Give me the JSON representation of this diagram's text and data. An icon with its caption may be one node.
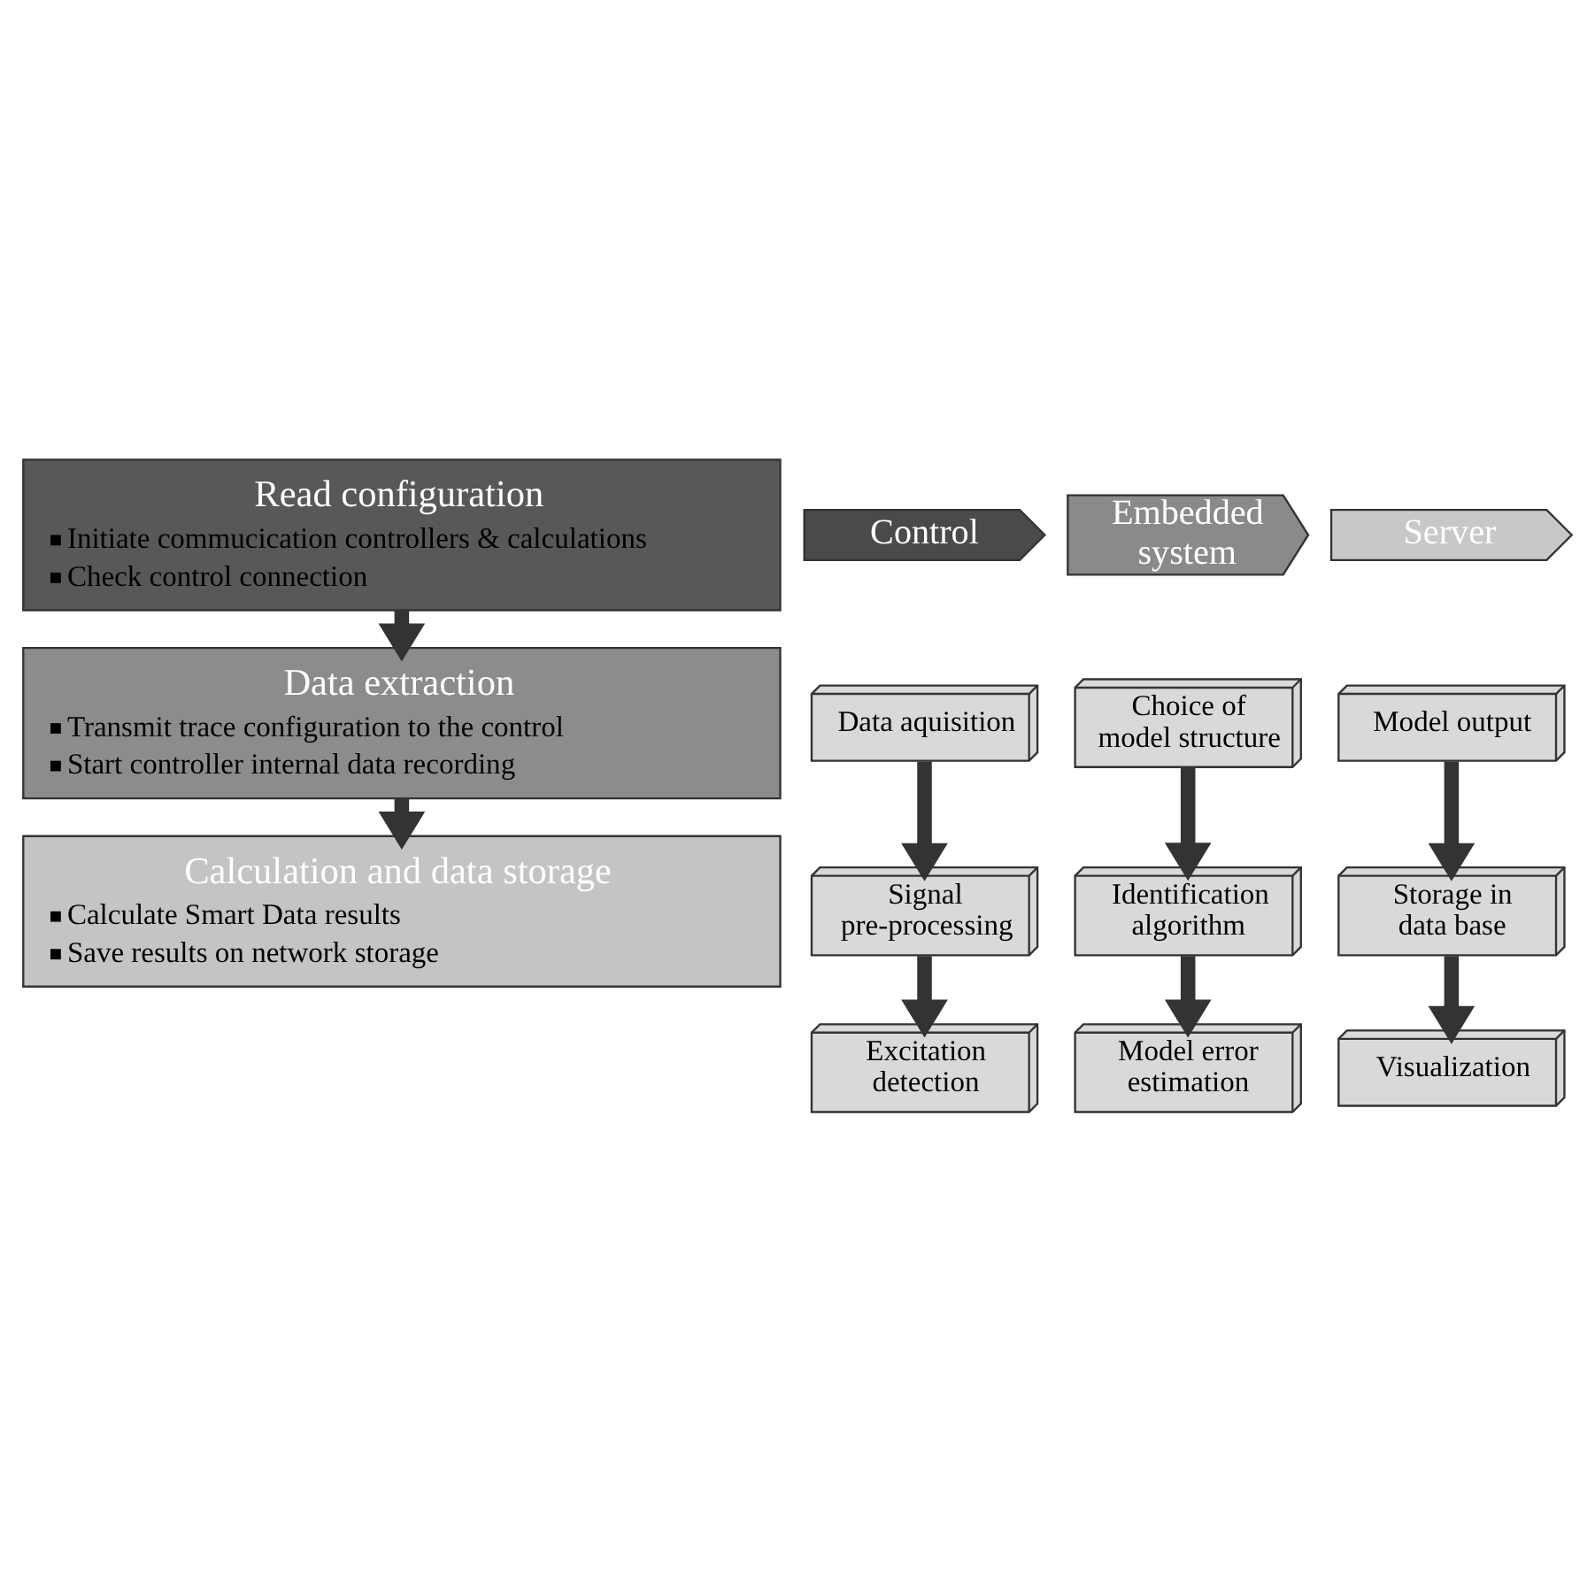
{
  "diagram": {
    "nodes": [
      {
        "text": [
          "Read configuration",
          "Initiate commucication controllers & calculations",
          "Check control connection"
        ]
      },
      {
        "text": [
          "Data extraction",
          "Transmit trace configuration to the control",
          "Start controller internal data recording"
        ]
      },
      {
        "text": [
          "Calculation and data storage",
          "Calculate Smart Data results",
          "Save results on network storage"
        ]
      },
      {
        "text": [
          "Control"
        ]
      },
      {
        "text": [
          "Embedded system"
        ]
      },
      {
        "text": [
          "Server"
        ]
      },
      {
        "text": [
          "Data aquisition"
        ]
      },
      {
        "text": [
          "Signal pre-processing"
        ]
      },
      {
        "text": [
          "Excitation detection"
        ]
      },
      {
        "text": [
          "Choice of model structure"
        ]
      },
      {
        "text": [
          "Identification algorithm"
        ]
      },
      {
        "text": [
          "Model error estimation"
        ]
      },
      {
        "text": [
          "Model output"
        ]
      },
      {
        "text": [
          "Storage in data base"
        ]
      },
      {
        "text": [
          "Visualization"
        ]
      }
    ],
    "edges": [
      {
        "from": 0,
        "to": 1,
        "arrow": "to"
      },
      {
        "from": 1,
        "to": 2,
        "arrow": "to"
      },
      {
        "from": 6,
        "to": 7,
        "arrow": "to"
      },
      {
        "from": 7,
        "to": 8,
        "arrow": "to"
      },
      {
        "from": 9,
        "to": 10,
        "arrow": "to"
      },
      {
        "from": 10,
        "to": 11,
        "arrow": "to"
      },
      {
        "from": 12,
        "to": 13,
        "arrow": "to"
      },
      {
        "from": 13,
        "to": 14,
        "arrow": "to"
      }
    ]
  }
}
